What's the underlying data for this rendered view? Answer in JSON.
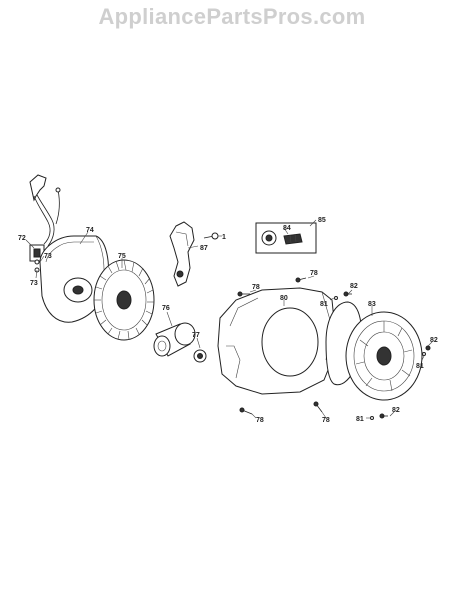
{
  "watermark": "AppliancePartsPros.com",
  "diagram": {
    "callouts": [
      {
        "id": "c74",
        "text": "74"
      },
      {
        "id": "c72",
        "text": "72"
      },
      {
        "id": "c73a",
        "text": "73"
      },
      {
        "id": "c73b",
        "text": "73"
      },
      {
        "id": "c75",
        "text": "75"
      },
      {
        "id": "c87",
        "text": "87"
      },
      {
        "id": "c1",
        "text": "1"
      },
      {
        "id": "c84",
        "text": "84"
      },
      {
        "id": "c85",
        "text": "85"
      },
      {
        "id": "c76",
        "text": "76"
      },
      {
        "id": "c77",
        "text": "77"
      },
      {
        "id": "c78a",
        "text": "78"
      },
      {
        "id": "c78b",
        "text": "78"
      },
      {
        "id": "c78c",
        "text": "78"
      },
      {
        "id": "c78d",
        "text": "78"
      },
      {
        "id": "c80",
        "text": "80"
      },
      {
        "id": "c81a",
        "text": "81"
      },
      {
        "id": "c82a",
        "text": "82"
      },
      {
        "id": "c83",
        "text": "83"
      },
      {
        "id": "c82b",
        "text": "82"
      },
      {
        "id": "c81b",
        "text": "81"
      },
      {
        "id": "c81c",
        "text": "81"
      },
      {
        "id": "c82c",
        "text": "82"
      }
    ]
  }
}
